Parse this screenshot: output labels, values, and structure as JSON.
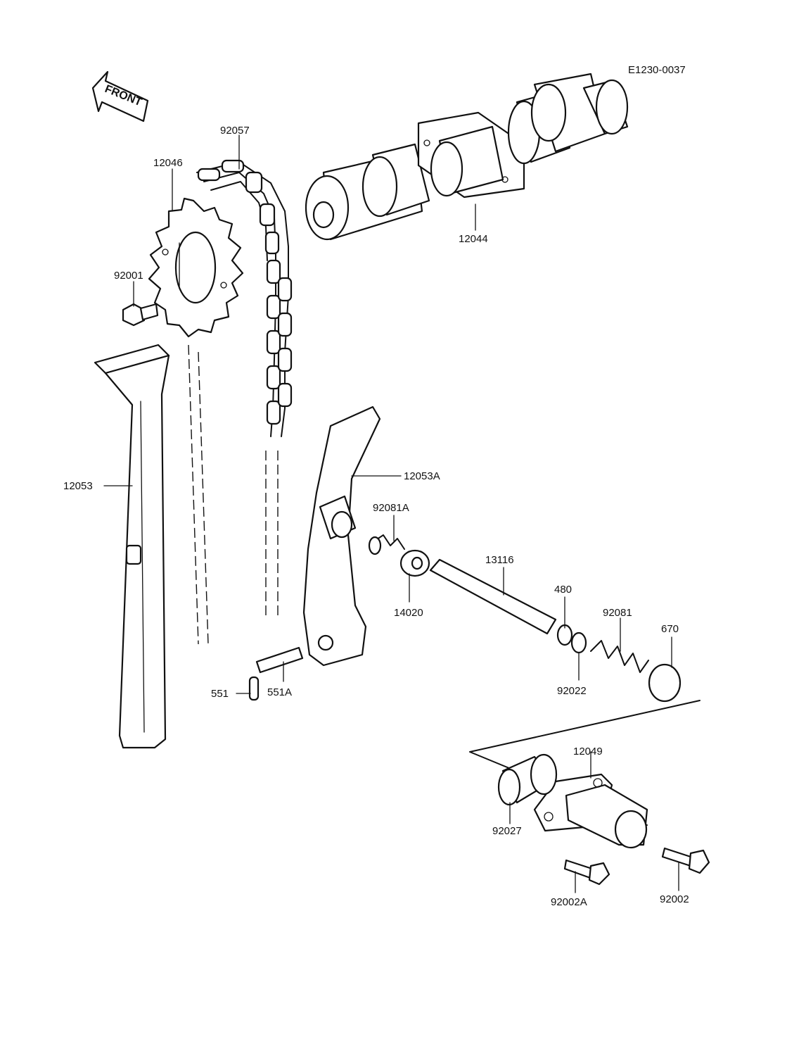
{
  "diagram": {
    "drawing_id": "E1230-0037",
    "front_label": "FRONT",
    "callouts": {
      "p92057": "92057",
      "p12046": "12046",
      "p12044": "12044",
      "p92001": "92001",
      "p12053": "12053",
      "p12053A": "12053A",
      "p92081A": "92081A",
      "p13116": "13116",
      "p14020": "14020",
      "p480": "480",
      "p92081": "92081",
      "p670": "670",
      "p92022": "92022",
      "p551": "551",
      "p551A": "551A",
      "p12049": "12049",
      "p92027": "92027",
      "p92002A": "92002A",
      "p92002": "92002"
    }
  }
}
